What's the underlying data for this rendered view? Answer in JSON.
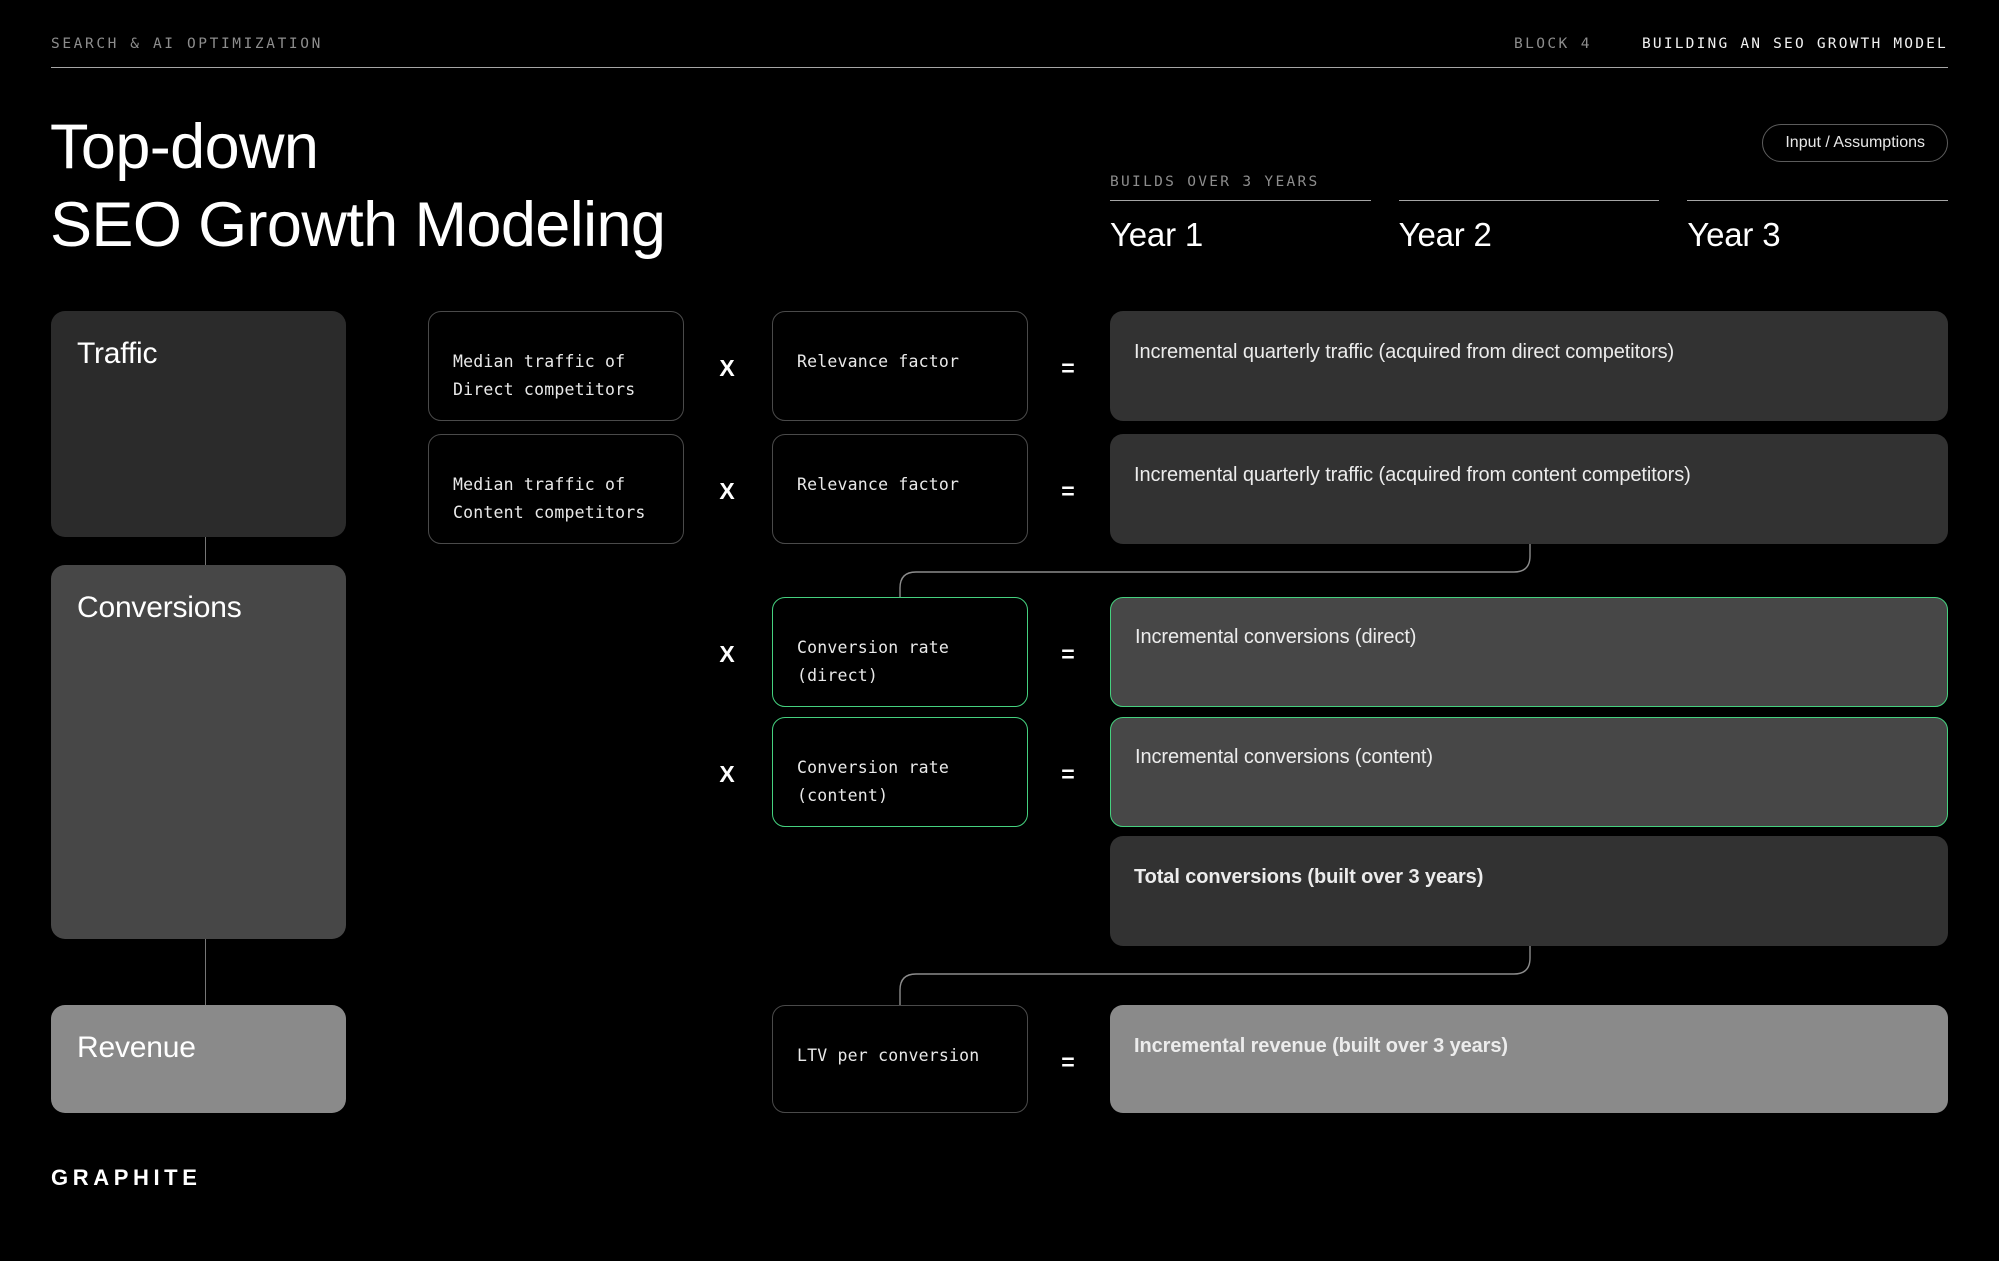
{
  "header": {
    "eyebrow": "SEARCH & AI OPTIMIZATION",
    "block_label": "BLOCK 4",
    "block_title": "BUILDING AN SEO GROWTH MODEL"
  },
  "title": "Top-down\nSEO Growth Modeling",
  "badge": {
    "label": "Input / Assumptions"
  },
  "timeline": {
    "caption": "BUILDS OVER 3 YEARS",
    "years": [
      {
        "label": "Year 1"
      },
      {
        "label": "Year 2"
      },
      {
        "label": "Year 3"
      }
    ]
  },
  "categories": [
    {
      "label": "Traffic",
      "color": "#2b2b2b"
    },
    {
      "label": "Conversions",
      "color": "#474747"
    },
    {
      "label": "Revenue",
      "color": "#8a8a8a"
    }
  ],
  "operators": {
    "multiply": "X",
    "equals": "="
  },
  "rows": [
    {
      "input": "Median traffic of\nDirect competitors",
      "factor": "Relevance factor",
      "result": "Incremental quarterly traffic (acquired from direct competitors)"
    },
    {
      "input": "Median traffic of\nContent competitors",
      "factor": "Relevance factor",
      "result": "Incremental quarterly traffic (acquired from content competitors)"
    },
    {
      "factor": "Conversion rate\n(direct)",
      "result": "Incremental conversions (direct)"
    },
    {
      "factor": "Conversion rate\n(content)",
      "result": "Incremental conversions (content)"
    },
    {
      "result": "Total conversions (built over 3 years)"
    },
    {
      "factor": "LTV per conversion",
      "result": "Incremental revenue (built over 3 years)"
    }
  ],
  "colors": {
    "accent_green": "#45d17f",
    "background": "#000000",
    "box_dark": "#2b2b2b",
    "box_mid": "#474747",
    "box_light": "#8a8a8a",
    "rule": "#a6a6a6",
    "muted_text": "#8d8d8d"
  },
  "logo": {
    "text": "GRAPHITE"
  }
}
